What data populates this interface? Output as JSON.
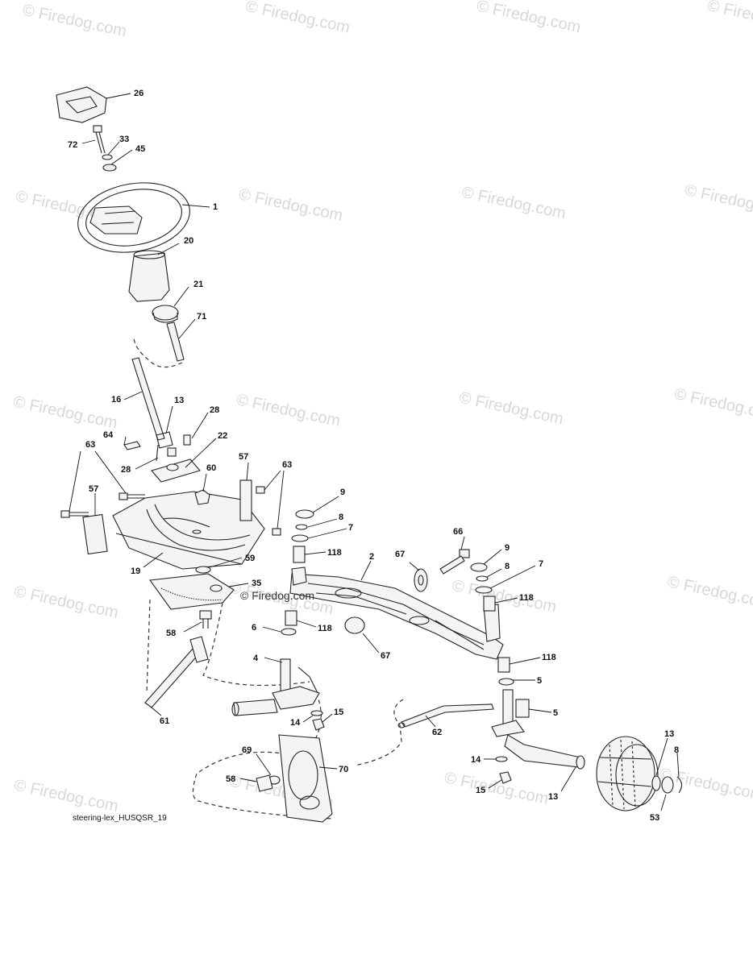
{
  "watermark": {
    "text": "© Firedog.com",
    "color": "#d8d8d8"
  },
  "diagram_reference": "steering-lex_HUSQSR_19",
  "copyright_overlay": "© Firedog.com",
  "callouts": [
    {
      "id": "c26",
      "label": "26"
    },
    {
      "id": "c72",
      "label": "72"
    },
    {
      "id": "c33",
      "label": "33"
    },
    {
      "id": "c45",
      "label": "45"
    },
    {
      "id": "c1",
      "label": "1"
    },
    {
      "id": "c20",
      "label": "20"
    },
    {
      "id": "c21",
      "label": "21"
    },
    {
      "id": "c71",
      "label": "71"
    },
    {
      "id": "c16",
      "label": "16"
    },
    {
      "id": "c13a",
      "label": "13"
    },
    {
      "id": "c28a",
      "label": "28"
    },
    {
      "id": "c64",
      "label": "64"
    },
    {
      "id": "c22",
      "label": "22"
    },
    {
      "id": "c28b",
      "label": "28"
    },
    {
      "id": "c63a",
      "label": "63"
    },
    {
      "id": "c57a",
      "label": "57"
    },
    {
      "id": "c63b",
      "label": "63"
    },
    {
      "id": "c60",
      "label": "60"
    },
    {
      "id": "c57b",
      "label": "57"
    },
    {
      "id": "c19",
      "label": "19"
    },
    {
      "id": "c59",
      "label": "59"
    },
    {
      "id": "c35",
      "label": "35"
    },
    {
      "id": "c58a",
      "label": "58"
    },
    {
      "id": "c9a",
      "label": "9"
    },
    {
      "id": "c8a",
      "label": "8"
    },
    {
      "id": "c7a",
      "label": "7"
    },
    {
      "id": "c118a",
      "label": "118"
    },
    {
      "id": "c2",
      "label": "2"
    },
    {
      "id": "c66",
      "label": "66"
    },
    {
      "id": "c67a",
      "label": "67"
    },
    {
      "id": "c9b",
      "label": "9"
    },
    {
      "id": "c8b",
      "label": "8"
    },
    {
      "id": "c7b",
      "label": "7"
    },
    {
      "id": "c118b",
      "label": "118"
    },
    {
      "id": "c6",
      "label": "6"
    },
    {
      "id": "c118c",
      "label": "118"
    },
    {
      "id": "c67b",
      "label": "67"
    },
    {
      "id": "c4",
      "label": "4"
    },
    {
      "id": "c118d",
      "label": "118"
    },
    {
      "id": "c5a",
      "label": "5"
    },
    {
      "id": "c5b",
      "label": "5"
    },
    {
      "id": "c61",
      "label": "61"
    },
    {
      "id": "c14a",
      "label": "14"
    },
    {
      "id": "c15a",
      "label": "15"
    },
    {
      "id": "c62",
      "label": "62"
    },
    {
      "id": "c69",
      "label": "69"
    },
    {
      "id": "c70",
      "label": "70"
    },
    {
      "id": "c58b",
      "label": "58"
    },
    {
      "id": "c14b",
      "label": "14"
    },
    {
      "id": "c15b",
      "label": "15"
    },
    {
      "id": "c13b",
      "label": "13"
    },
    {
      "id": "c13c",
      "label": "13"
    },
    {
      "id": "c8c",
      "label": "8"
    },
    {
      "id": "c53",
      "label": "53"
    }
  ]
}
